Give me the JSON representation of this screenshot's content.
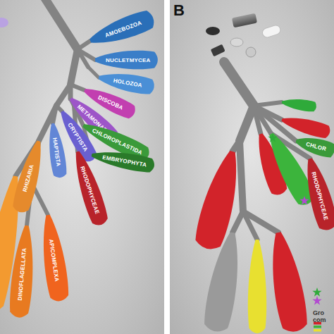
{
  "diagram": {
    "nodes": [
      {
        "text": [
          "AMOEBOZOA"
        ]
      },
      {
        "text": [
          "NUCLETMYCEA"
        ]
      },
      {
        "text": [
          "HOLOZOA"
        ]
      },
      {
        "text": [
          "DISCOBA"
        ]
      },
      {
        "text": [
          "METAMONADA"
        ]
      },
      {
        "text": [
          "CRYPTISTA"
        ]
      },
      {
        "text": [
          "HAPTISTA"
        ]
      },
      {
        "text": [
          "CHLOROPLASTIDA"
        ]
      },
      {
        "text": [
          "EMBRYOPHYTA"
        ]
      },
      {
        "text": [
          "RHIZARIA"
        ]
      },
      {
        "text": [
          "RHODOPHYCEAE"
        ]
      },
      {
        "text": [
          "APICOMPLEXA"
        ]
      },
      {
        "text": [
          "DINOFLAGELLATA"
        ]
      },
      {
        "text": [
          "CHLOR"
        ]
      },
      {
        "text": [
          "RHODOPHYCEAE"
        ]
      }
    ],
    "labels": [
      "B",
      "Gro",
      "com"
    ]
  }
}
